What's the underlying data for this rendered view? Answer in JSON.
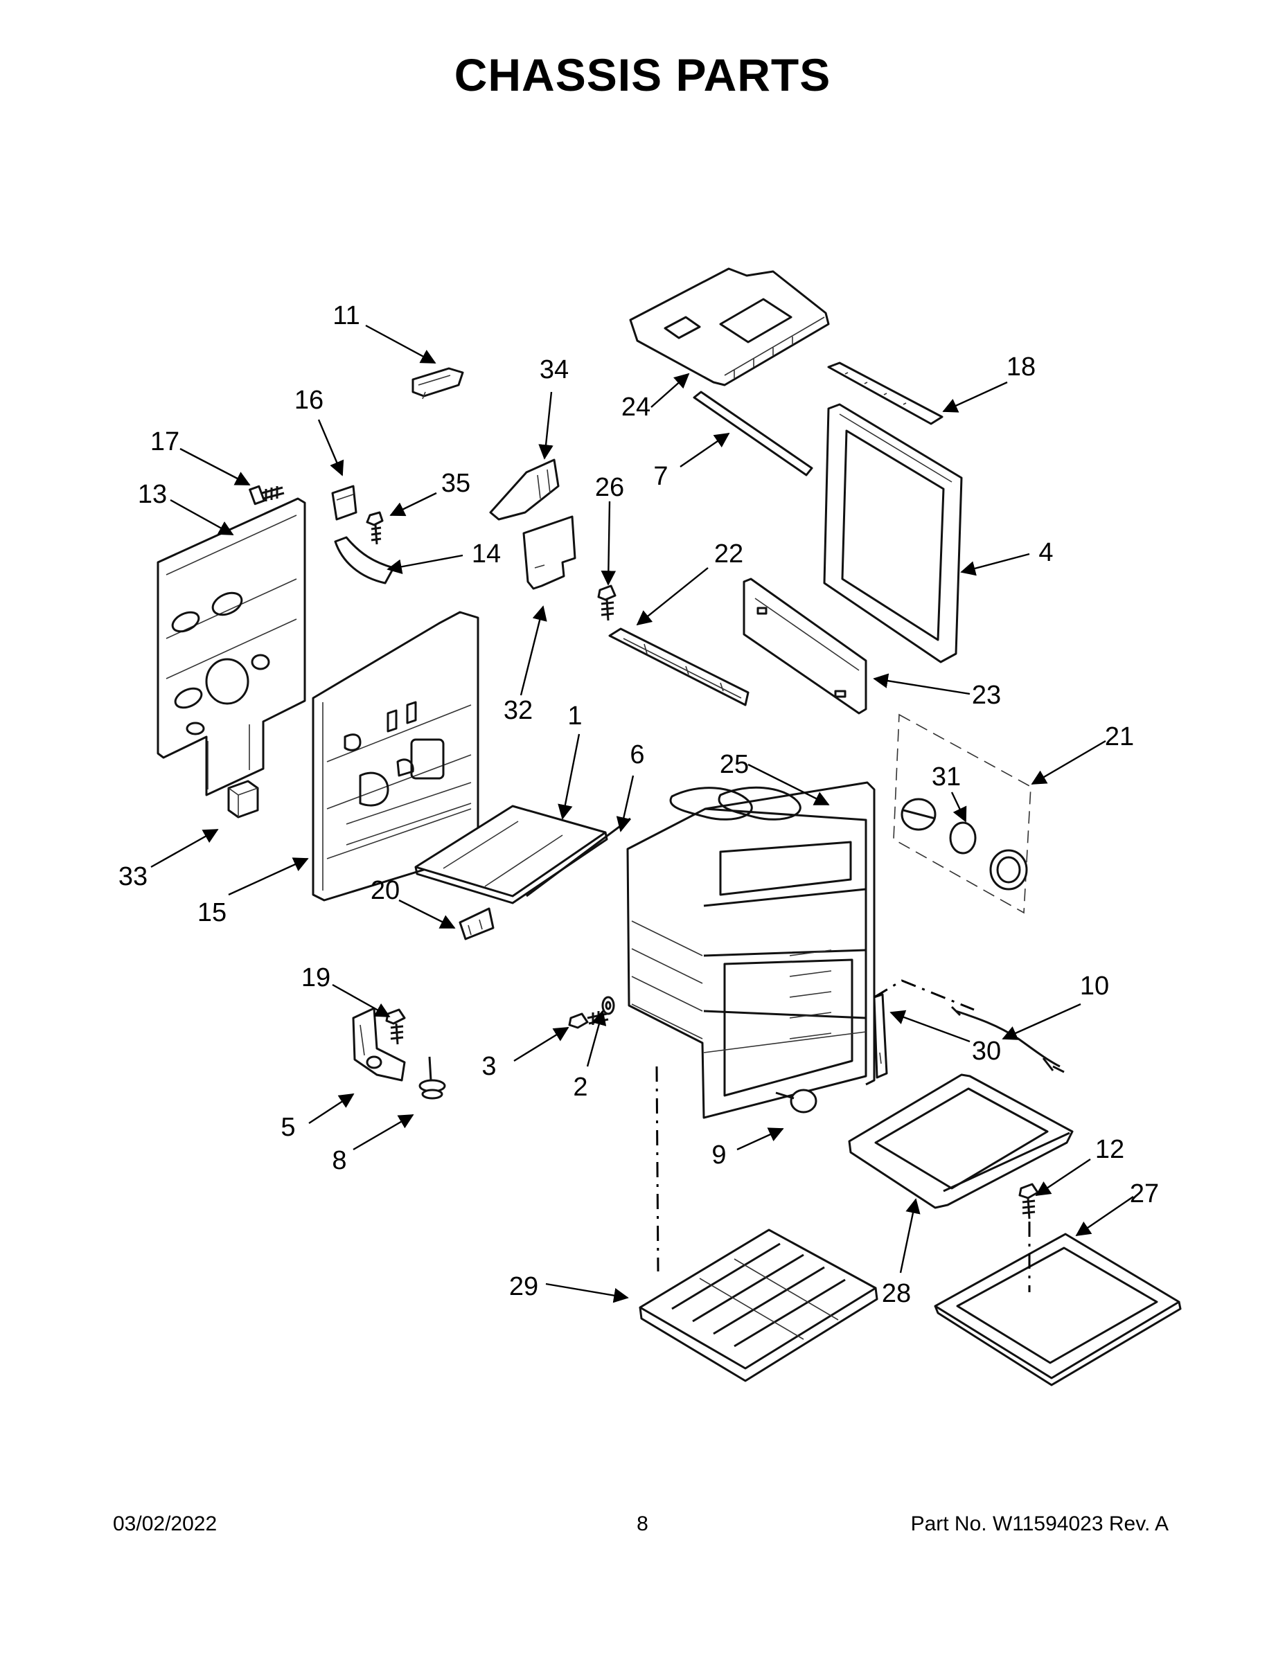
{
  "page": {
    "title": "CHASSIS PARTS",
    "footer": {
      "date": "03/02/2022",
      "page_number": "8",
      "part_info": "Part No.  W11594023  Rev.  A"
    }
  },
  "callouts": [
    {
      "id": "c1",
      "label": "1"
    },
    {
      "id": "c2",
      "label": "2"
    },
    {
      "id": "c3",
      "label": "3"
    },
    {
      "id": "c4",
      "label": "4"
    },
    {
      "id": "c5",
      "label": "5"
    },
    {
      "id": "c6",
      "label": "6"
    },
    {
      "id": "c7",
      "label": "7"
    },
    {
      "id": "c8",
      "label": "8"
    },
    {
      "id": "c9",
      "label": "9"
    },
    {
      "id": "c10",
      "label": "10"
    },
    {
      "id": "c11",
      "label": "11"
    },
    {
      "id": "c12",
      "label": "12"
    },
    {
      "id": "c13",
      "label": "13"
    },
    {
      "id": "c14",
      "label": "14"
    },
    {
      "id": "c15",
      "label": "15"
    },
    {
      "id": "c16",
      "label": "16"
    },
    {
      "id": "c17",
      "label": "17"
    },
    {
      "id": "c18",
      "label": "18"
    },
    {
      "id": "c19",
      "label": "19"
    },
    {
      "id": "c20",
      "label": "20"
    },
    {
      "id": "c21",
      "label": "21"
    },
    {
      "id": "c22",
      "label": "22"
    },
    {
      "id": "c23",
      "label": "23"
    },
    {
      "id": "c24",
      "label": "24"
    },
    {
      "id": "c25",
      "label": "25"
    },
    {
      "id": "c26",
      "label": "26"
    },
    {
      "id": "c27",
      "label": "27"
    },
    {
      "id": "c28",
      "label": "28"
    },
    {
      "id": "c29",
      "label": "29"
    },
    {
      "id": "c30",
      "label": "30"
    },
    {
      "id": "c31",
      "label": "31"
    },
    {
      "id": "c32",
      "label": "32"
    },
    {
      "id": "c33",
      "label": "33"
    },
    {
      "id": "c34",
      "label": "34"
    },
    {
      "id": "c35",
      "label": "35"
    }
  ]
}
